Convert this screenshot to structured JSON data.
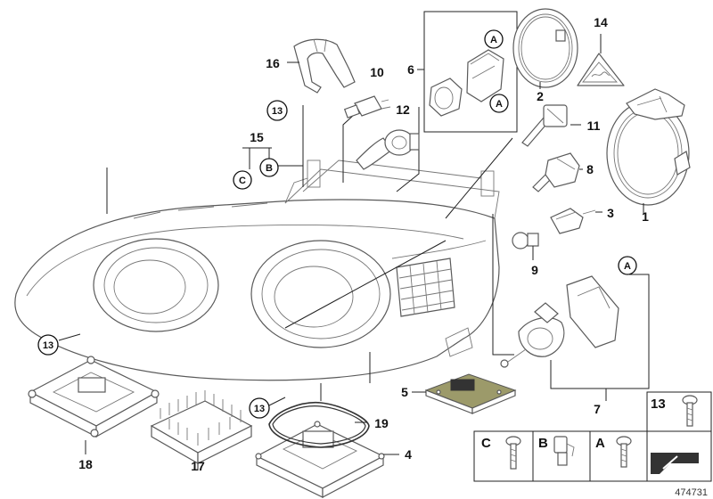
{
  "part_labels": {
    "p1": "1",
    "p2": "2",
    "p3": "3",
    "p4": "4",
    "p5": "5",
    "p6": "6",
    "p7": "7",
    "p8": "8",
    "p9": "9",
    "p10": "10",
    "p11": "11",
    "p12": "12",
    "p13": "13",
    "p14": "14",
    "p15": "15",
    "p16": "16",
    "p17": "17",
    "p18": "18",
    "p19": "19"
  },
  "callouts": {
    "a": "A",
    "b": "B",
    "c": "C",
    "n13": "13"
  },
  "legend": {
    "c": "C",
    "b": "B",
    "a": "A",
    "n13": "13"
  },
  "figure_number": "474731"
}
